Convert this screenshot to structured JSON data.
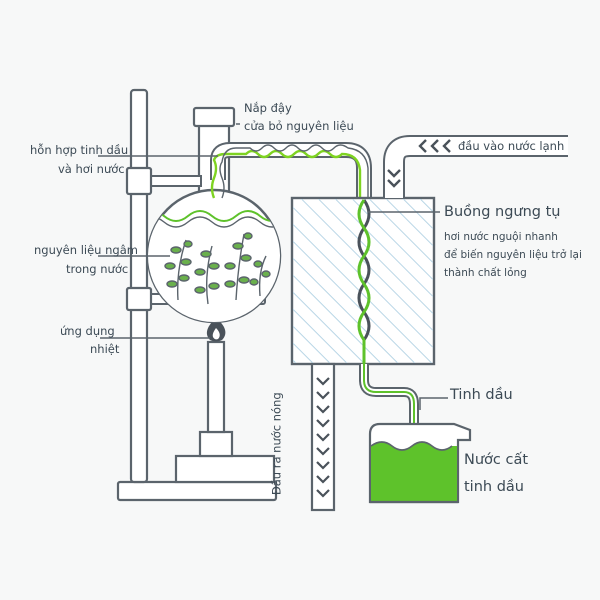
{
  "labels": {
    "lid_line1": "Nắp đậy",
    "lid_line2": "cửa bỏ nguyên liệu",
    "oil_vapor_line1": "hỗn hợp tinh dầu",
    "oil_vapor_line2": "và hơi nước",
    "soaked_material_line1": "nguyên liệu ngâm",
    "soaked_material_line2": "trong nước",
    "heat_line1": "ứng dụng",
    "heat_line2": "nhiệt",
    "cold_water_in": "đầu vào nước lạnh",
    "condenser_title": "Buồng ngưng tụ",
    "condenser_desc1": "hơi nước nguội nhanh",
    "condenser_desc2": "để biến nguyên liệu trở lại",
    "condenser_desc3": "thành chất lỏng",
    "essential_oil": "Tinh dầu",
    "distilled_water_line1": "Nước cất",
    "distilled_water_line2": "tinh dầu",
    "hot_water_out": "Đầu ra nước nóng"
  },
  "colors": {
    "outline": "#5b646c",
    "plant_green": "#6ab04c",
    "liquid_green": "#5ec22b",
    "tube_green": "#7ed321",
    "arrow_dark": "#4a525a",
    "condenser_stripe": "#b9d6e6"
  }
}
